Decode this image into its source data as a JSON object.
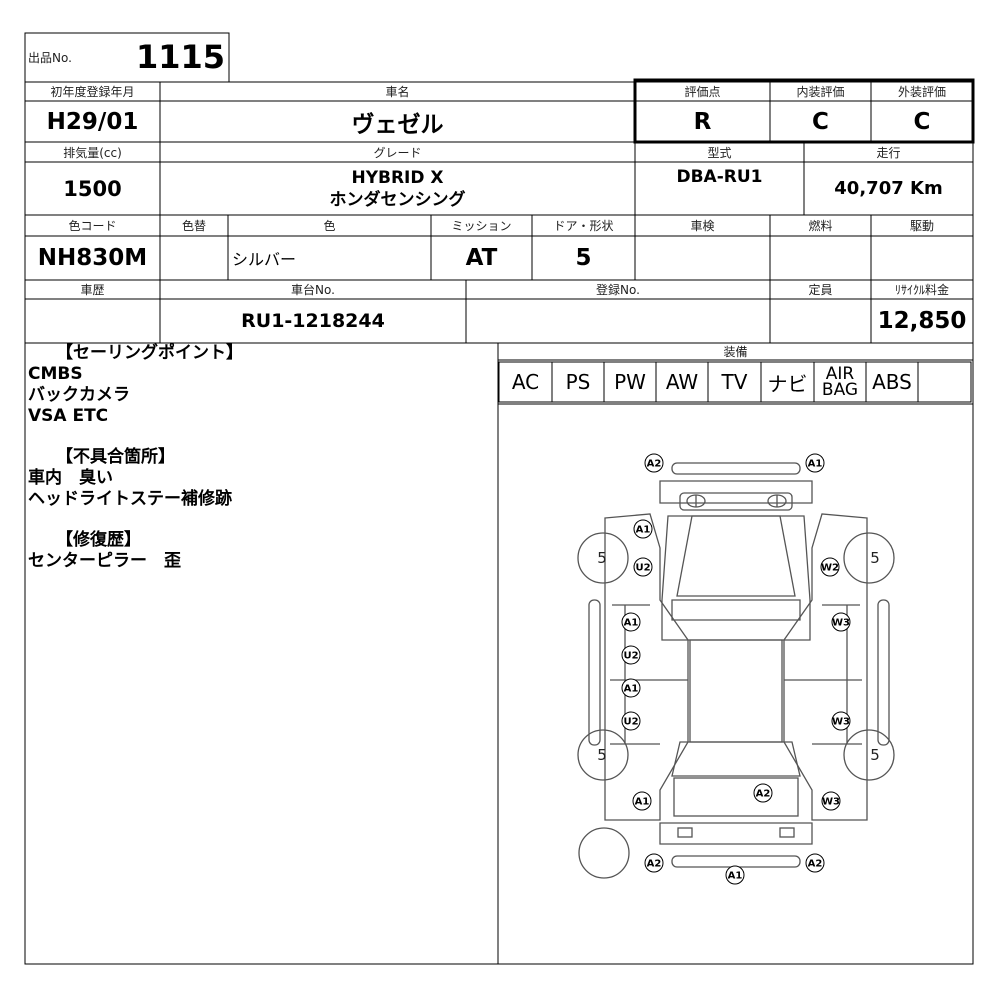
{
  "lot": {
    "label": "出品No.",
    "value": "1115"
  },
  "row1": {
    "first_reg_label": "初年度登録年月",
    "first_reg_value": "H29/01",
    "car_name_label": "車名",
    "car_name_value": "ヴェゼル",
    "score_label": "評価点",
    "score_value": "R",
    "interior_label": "内装評価",
    "interior_value": "C",
    "exterior_label": "外装評価",
    "exterior_value": "C"
  },
  "row2": {
    "displacement_label": "排気量(cc)",
    "displacement_value": "1500",
    "grade_label": "グレード",
    "grade_line1": "HYBRID X",
    "grade_line2": "ホンダセンシング",
    "model_label": "型式",
    "model_value": "DBA-RU1",
    "mileage_label": "走行",
    "mileage_value": "40,707 Km"
  },
  "row3": {
    "color_code_label": "色コード",
    "color_code_value": "NH830M",
    "color_change_label": "色替",
    "color_change_value": "",
    "color_label": "色",
    "color_value": "シルバー",
    "mission_label": "ミッション",
    "mission_value": "AT",
    "door_label": "ドア・形状",
    "door_value": "5",
    "inspection_label": "車検",
    "inspection_value": "",
    "fuel_label": "燃料",
    "fuel_value": "",
    "drive_label": "駆動",
    "drive_value": ""
  },
  "row4": {
    "history_label": "車歴",
    "history_value": "",
    "chassis_label": "車台No.",
    "chassis_value": "RU1-1218244",
    "registration_label": "登録No.",
    "registration_value": "",
    "capacity_label": "定員",
    "capacity_value": "",
    "recycle_label": "ﾘｻｲｸﾙ料金",
    "recycle_value": "12,850"
  },
  "notes": {
    "selling_points_heading": "【セーリングポイント】",
    "selling_points": [
      "CMBS",
      "バックカメラ",
      "VSA ETC"
    ],
    "defects_heading": "【不具合箇所】",
    "defects": [
      "車内　臭い",
      "ヘッドライトステー補修跡"
    ],
    "repair_heading": "【修復歴】",
    "repairs": [
      "センターピラー　歪"
    ]
  },
  "equipment": {
    "label": "装備",
    "items": [
      "AC",
      "PS",
      "PW",
      "AW",
      "TV",
      "ナビ"
    ],
    "airbag_line1": "AIR",
    "airbag_line2": "BAG",
    "abs": "ABS"
  },
  "diagram": {
    "tire_depth": "5",
    "marks": [
      "A2",
      "A1",
      "A1",
      "U2",
      "W2",
      "A1",
      "W3",
      "U2",
      "A1",
      "U2",
      "W3",
      "A1",
      "A2",
      "W3",
      "A2",
      "A2",
      "A1"
    ]
  }
}
